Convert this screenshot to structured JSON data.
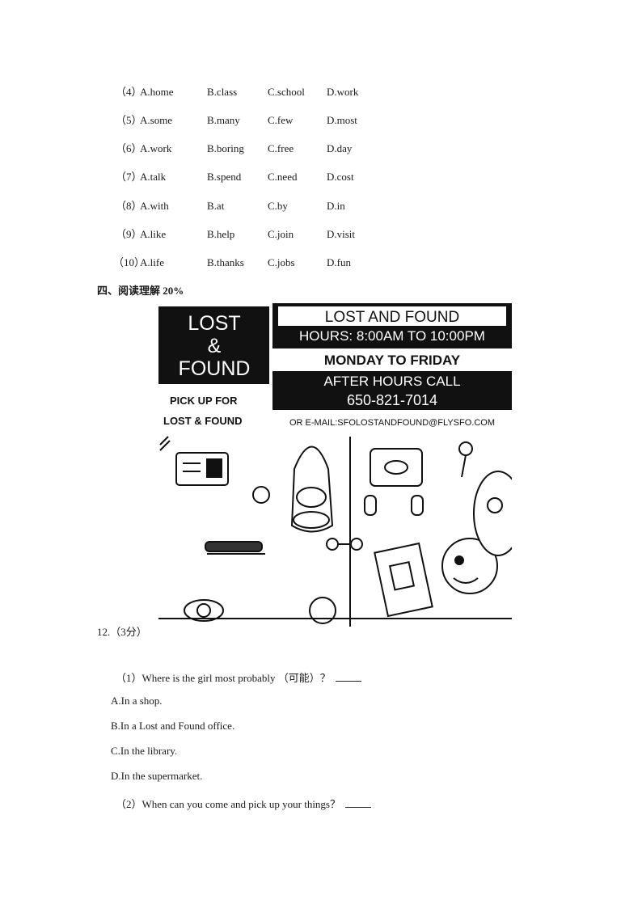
{
  "options": [
    {
      "num": "（4）",
      "a": "A.home",
      "b": "B.class",
      "c": "C.school",
      "d": "D.work"
    },
    {
      "num": "（5）",
      "a": "A.some",
      "b": "B.many",
      "c": "C.few",
      "d": "D.most"
    },
    {
      "num": "（6）",
      "a": "A.work",
      "b": "B.boring",
      "c": "C.free",
      "d": "D.day"
    },
    {
      "num": "（7）",
      "a": "A.talk",
      "b": "B.spend",
      "c": "C.need",
      "d": "D.cost"
    },
    {
      "num": "（8）",
      "a": "A.with",
      "b": "B.at",
      "c": "C.by",
      "d": "D.in"
    },
    {
      "num": "（9）",
      "a": "A.like",
      "b": "B.help",
      "c": "C.join",
      "d": "D.visit"
    },
    {
      "num": "（10）",
      "a": "A.life",
      "b": "B.thanks",
      "c": "C.jobs",
      "d": "D.fun"
    }
  ],
  "section_title": "四、阅读理解 20%",
  "poster": {
    "left_box_line1": "LOST",
    "left_box_line2": "&",
    "left_box_line3": "FOUND",
    "pickup_line1": "PICK UP FOR",
    "pickup_line2": "LOST & FOUND",
    "title": "LOST AND FOUND",
    "hours": "HOURS: 8:00AM TO 10:00PM",
    "days": "MONDAY TO FRIDAY",
    "after_hours": "AFTER HOURS CALL",
    "phone": "650-821-7014",
    "email": "OR E-MAIL:SFOLOSTANDFOUND@FLYSFO.COM"
  },
  "question_number": "12.（3分）",
  "q1": {
    "text": "（1）Where is the girl most probably （可能）？",
    "choices": [
      "A.In a shop.",
      "B.In a Lost and Found office.",
      "C.In the library.",
      "D.In the supermarket."
    ]
  },
  "q2": {
    "text": "（2）When can you come and pick up your things？"
  }
}
